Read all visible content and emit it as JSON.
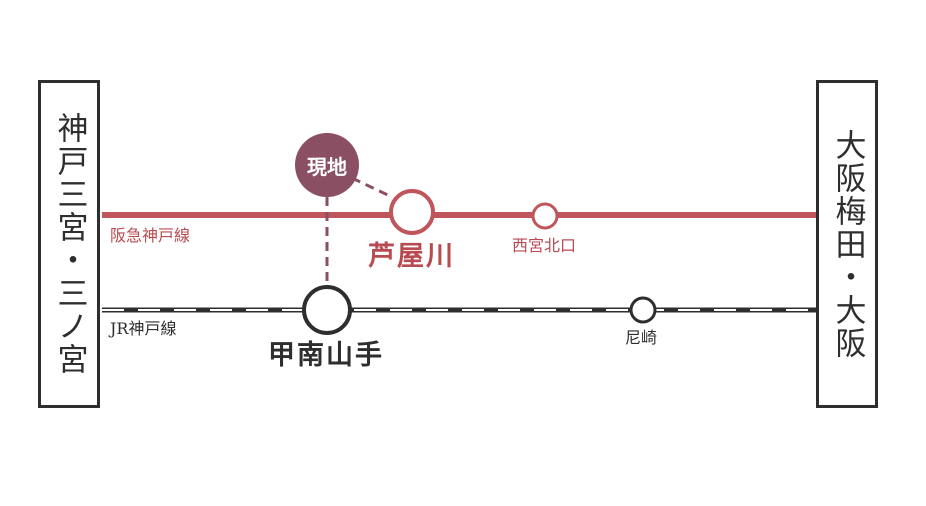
{
  "terminals": {
    "west": "神戸三宮・三ノ宮",
    "east": "大阪梅田・大阪"
  },
  "lines": {
    "hankyu": {
      "name": "阪急神戸線",
      "color": "#b84a52"
    },
    "jr": {
      "name": "JR神戸線",
      "color": "#2e2e2e"
    }
  },
  "stations": {
    "ashiyagawa": "芦屋川",
    "nishinomiya_kitaguchi": "西宮北口",
    "konan_yamate": "甲南山手",
    "amagasaki": "尼崎"
  },
  "current_location": {
    "label": "現地",
    "color": "#8a4f63"
  }
}
